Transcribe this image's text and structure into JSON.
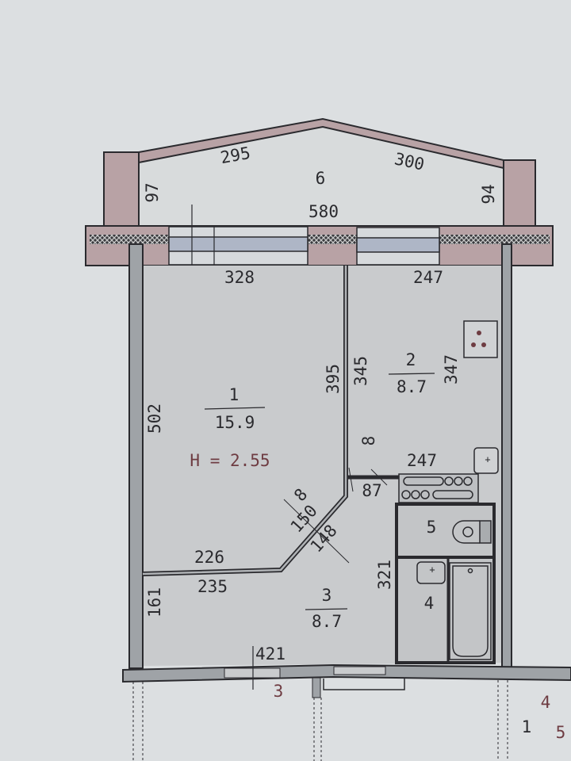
{
  "colors": {
    "wall": "#b8a2a5",
    "line": "#2a2a2e",
    "floor": "#c9cbcd",
    "balcony_floor": "#d8dbdc",
    "window": "#aeb6c6",
    "label_red": "#6e3c42"
  },
  "balcony": {
    "number": "6",
    "dim_left_slope": "295",
    "dim_right_slope": "300",
    "dim_left": "97",
    "dim_right": "94",
    "dim_width": "580"
  },
  "room1": {
    "number": "1",
    "area": "15.9",
    "dim_top": "328",
    "dim_left": "502",
    "dim_right": "395",
    "dim_bottom_inner": "226",
    "dim_diag": "150",
    "dim_diag_small": "8"
  },
  "room2": {
    "number": "2",
    "area": "8.7",
    "dim_top": "247",
    "dim_left": "345",
    "dim_right": "347",
    "dim_bottom": "247",
    "dim_small": "8",
    "dim_door": "87"
  },
  "room3": {
    "number": "3",
    "area": "8.7",
    "dim_top": "235",
    "dim_left": "161",
    "dim_bottom": "421",
    "dim_diag": "148",
    "dim_right": "321"
  },
  "room4": {
    "number": "4"
  },
  "room5": {
    "number": "5"
  },
  "ceiling_height": "H = 2.55",
  "neighbors": {
    "below_label": "3",
    "right_a": "4",
    "right_b": "1",
    "right_c": "5"
  }
}
